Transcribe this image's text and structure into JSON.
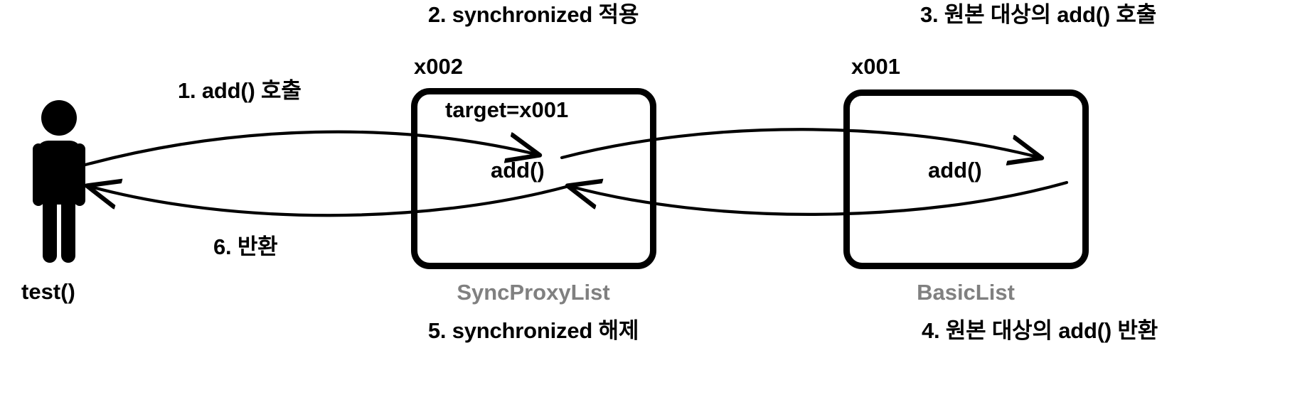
{
  "diagram": {
    "title": "synchronized proxy call sequence",
    "background": "#ffffff",
    "stroke_color": "#000000",
    "muted_color": "#808080"
  },
  "actor": {
    "icon": "person-icon",
    "label": "test()"
  },
  "objects": [
    {
      "id_label": "x002",
      "class_label": "SyncProxyList",
      "members": [
        "target=x001",
        "add()"
      ]
    },
    {
      "id_label": "x001",
      "class_label": "BasicList",
      "members": [
        "add()"
      ]
    }
  ],
  "steps": [
    {
      "n": "1",
      "text": "1. add() 호출"
    },
    {
      "n": "2",
      "text": "2. synchronized 적용"
    },
    {
      "n": "3",
      "text": "3. 원본 대상의 add() 호출"
    },
    {
      "n": "4",
      "text": "4. 원본 대상의 add() 반환"
    },
    {
      "n": "5",
      "text": "5. synchronized 해제"
    },
    {
      "n": "6",
      "text": "6. 반환"
    }
  ],
  "members": {
    "proxy_target": "target=x001",
    "proxy_add": "add()",
    "basic_add": "add()"
  },
  "arrows": [
    {
      "name": "actor-to-proxy-add",
      "direction": "right"
    },
    {
      "name": "proxy-add-to-actor",
      "direction": "left"
    },
    {
      "name": "proxy-to-basic-add",
      "direction": "right"
    },
    {
      "name": "basic-add-to-proxy",
      "direction": "left"
    }
  ]
}
